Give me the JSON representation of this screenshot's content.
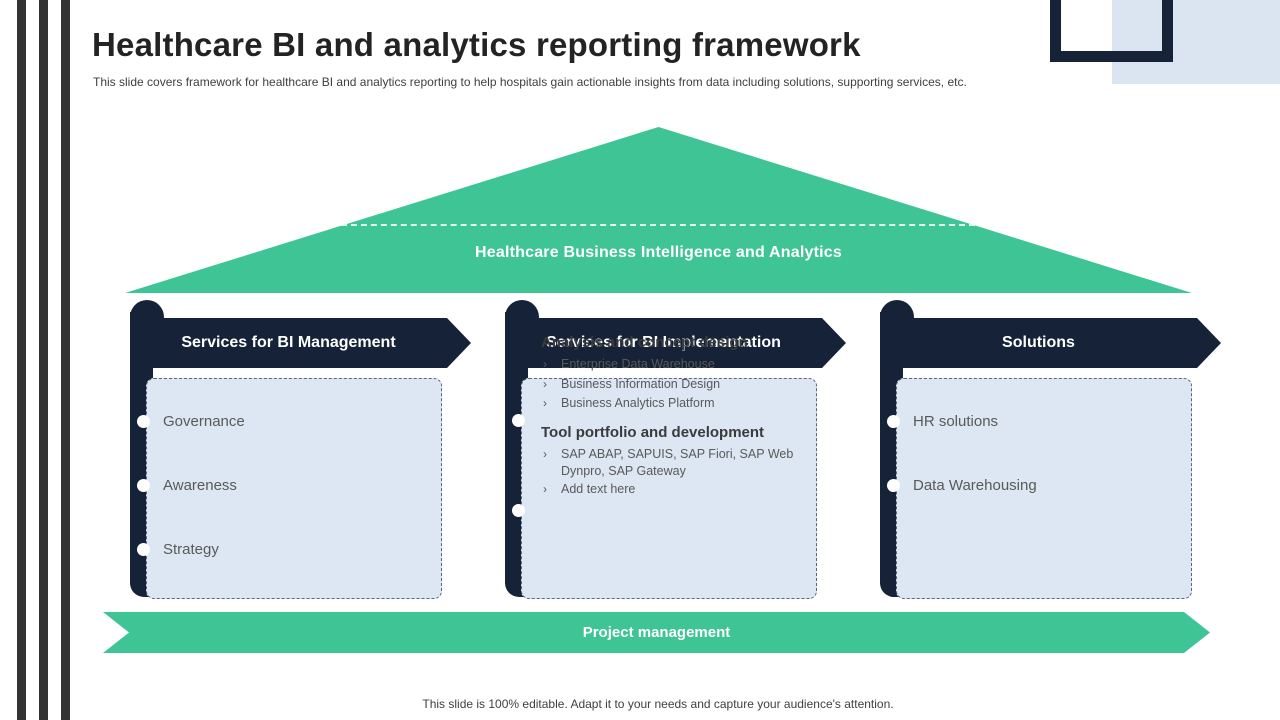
{
  "slide": {
    "title": "Healthcare BI and analytics reporting framework",
    "subtitle": "This slide covers framework for healthcare BI and analytics reporting to help hospitals gain actionable insights from data including solutions, supporting services, etc.",
    "footer": "This slide is 100% editable. Adapt it to your needs and capture your audience's attention."
  },
  "roof": {
    "label": "Healthcare Business Intelligence and Analytics"
  },
  "columns": [
    {
      "title": "Services for BI Management",
      "items": [
        "Governance",
        "Awareness",
        "Strategy"
      ]
    },
    {
      "title": "Services for BI Implementation",
      "groups": [
        {
          "heading": "Analysis and concept design",
          "subitems": [
            "Enterprise Data Warehouse",
            "Business Information Design",
            "Business Analytics Platform"
          ]
        },
        {
          "heading": "Tool portfolio and development",
          "subitems": [
            "SAP ABAP, SAPUIS, SAP Fiori, SAP Web Dynpro, SAP Gateway",
            "Add text here"
          ]
        }
      ]
    },
    {
      "title": "Solutions",
      "items": [
        "HR solutions",
        "Data Warehousing"
      ]
    }
  ],
  "banner": {
    "label": "Project management"
  },
  "icons": {
    "sub_bullet": "›"
  },
  "colors": {
    "green": "#3ec495",
    "navy": "#152238",
    "light_blue": "#dce7f3",
    "decor_bar": "#333333"
  }
}
